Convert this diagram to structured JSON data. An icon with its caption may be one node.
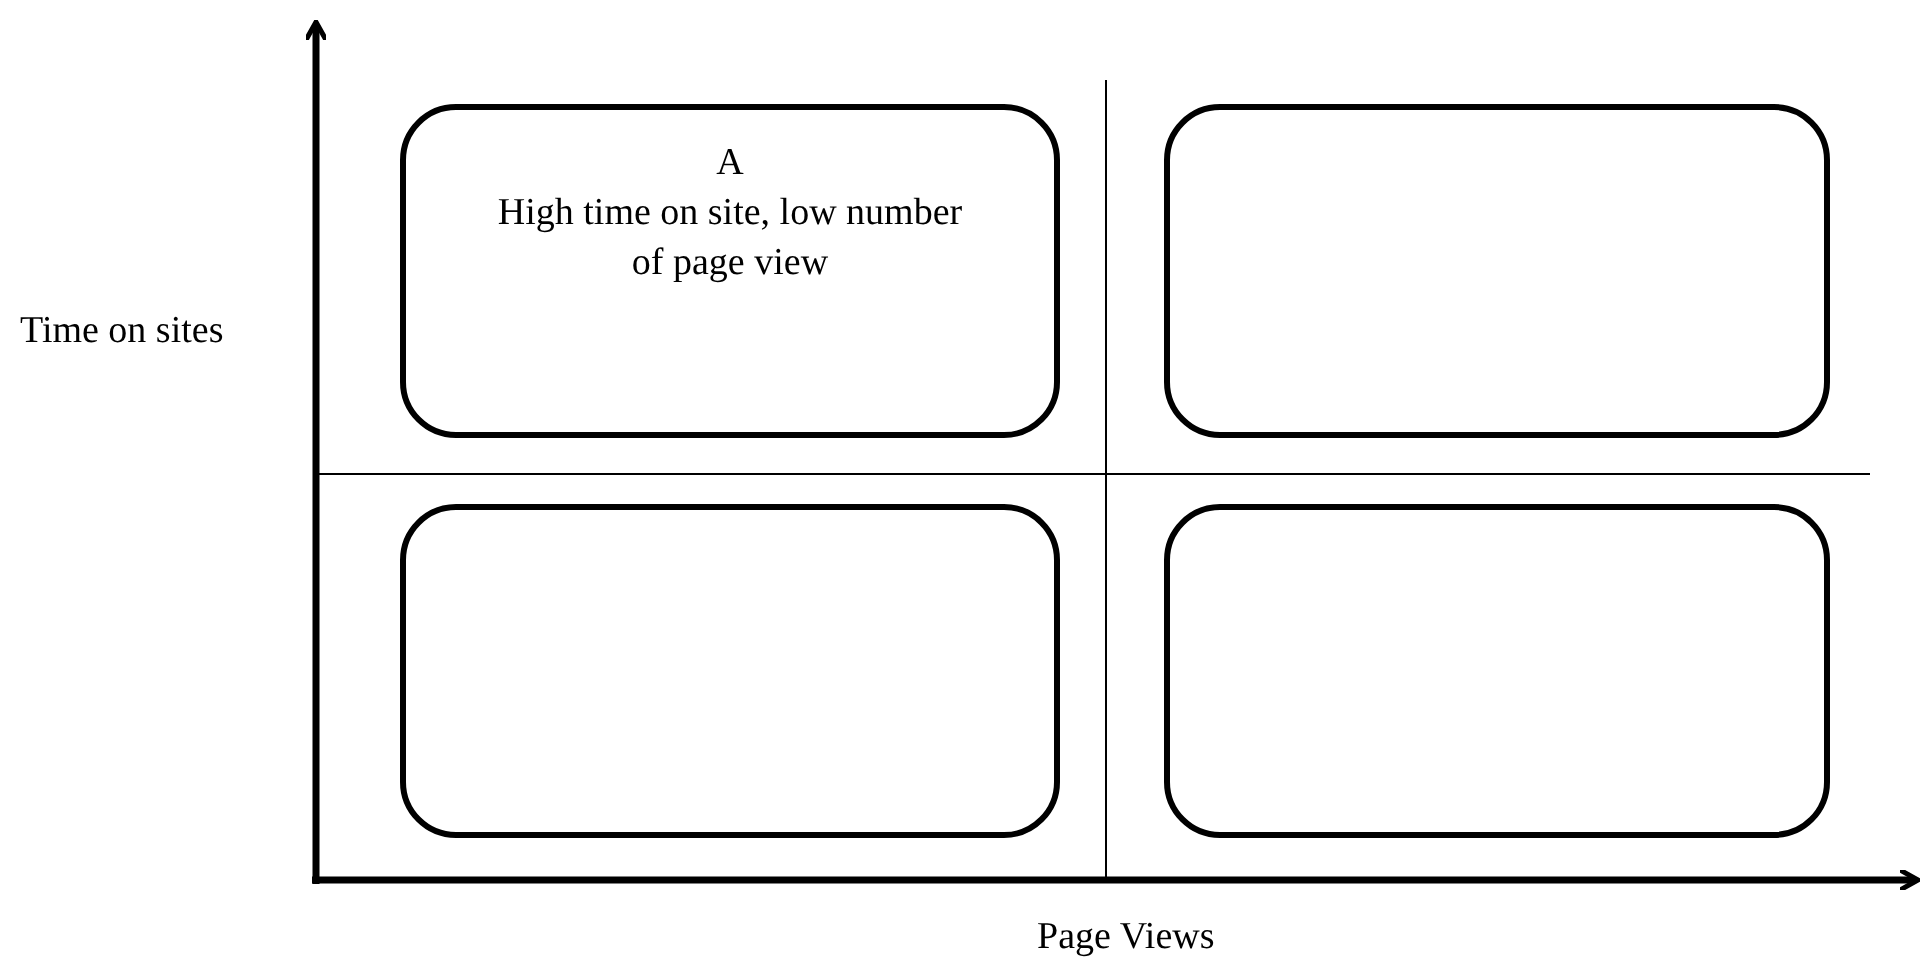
{
  "diagram": {
    "nodes": [
      {
        "text": [
          "A",
          "High time on site, low number of page view"
        ]
      },
      {
        "text": [],
        "shape": "box"
      },
      {
        "text": [],
        "shape": "box"
      },
      {
        "text": [],
        "shape": "box"
      }
    ],
    "labels": [
      "Time on sites",
      "Page Views"
    ]
  }
}
